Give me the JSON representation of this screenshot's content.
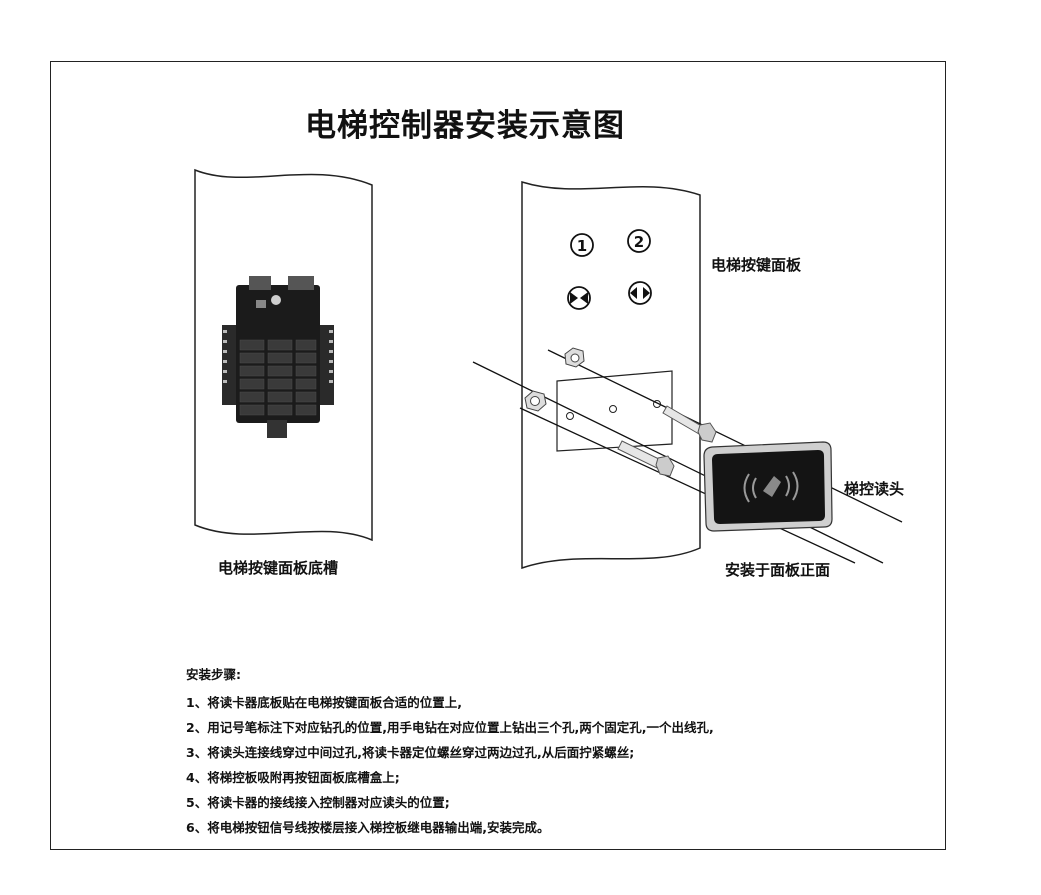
{
  "title": "电梯控制器安装示意图",
  "labels": {
    "base_box": "电梯按键面板底槽",
    "button_panel": "电梯按键面板",
    "reader": "梯控读头",
    "mount_note": "安装于面板正面"
  },
  "buttons": [
    "①",
    "②"
  ],
  "steps_heading": "安装步骤:",
  "steps": [
    "1、将读卡器底板贴在电梯按键面板合适的位置上,",
    "2、用记号笔标注下对应钻孔的位置,用手电钻在对应位置上钻出三个孔,两个固定孔,一个出线孔,",
    "3、将读头连接线穿过中间过孔,将读卡器定位螺丝穿过两边过孔,从后面拧紧螺丝;",
    "4、将梯控板吸附再按钮面板底槽盒上;",
    "5、将读卡器的接线接入控制器对应读头的位置;",
    "6、将电梯按钮信号线按楼层接入梯控板继电器输出端,安装完成。"
  ]
}
